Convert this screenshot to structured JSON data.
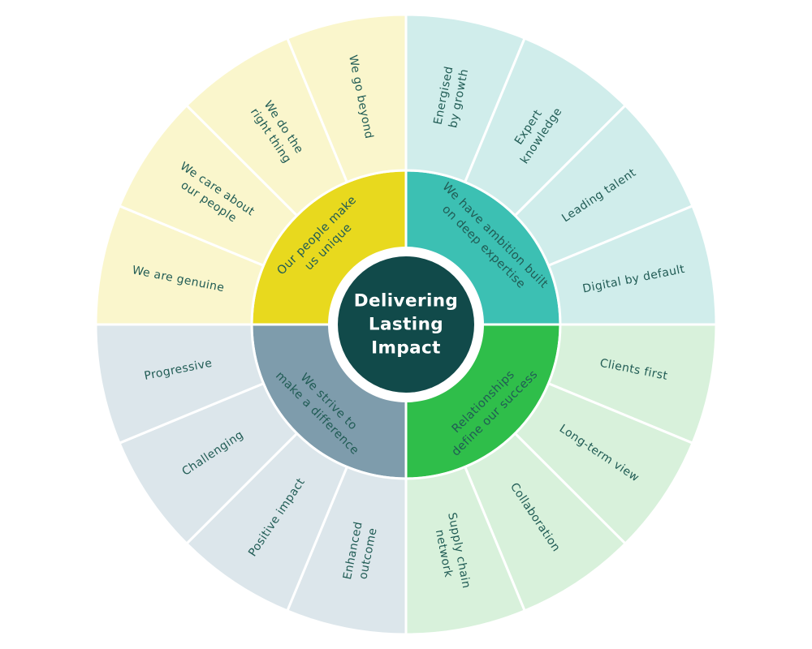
{
  "background_color": "#ffffff",
  "label_text_color": "#215c55",
  "center": {
    "title_lines": [
      "Delivering",
      "Lasting",
      "Impact"
    ],
    "bg_color": "#114a4a",
    "text_color": "#ffffff"
  },
  "quadrants": [
    {
      "id": "our-people",
      "position": "top-left",
      "inner": {
        "lines": [
          "Our people make",
          "us unique"
        ],
        "color": "#e8d91e"
      },
      "outer_color": "#faf6cc",
      "values": [
        {
          "lines": [
            "We are genuine"
          ]
        },
        {
          "lines": [
            "We care about",
            "our people"
          ]
        },
        {
          "lines": [
            "We do the",
            "right thing"
          ]
        },
        {
          "lines": [
            "We go beyond"
          ]
        }
      ]
    },
    {
      "id": "ambition-expertise",
      "position": "top-right",
      "inner": {
        "lines": [
          "We have ambition built",
          "on deep expertise"
        ],
        "color": "#3cc0b3"
      },
      "outer_color": "#d0edeb",
      "values": [
        {
          "lines": [
            "Energised",
            "by growth"
          ]
        },
        {
          "lines": [
            "Expert",
            "knowledge"
          ]
        },
        {
          "lines": [
            "Leading talent"
          ]
        },
        {
          "lines": [
            "Digital by default"
          ]
        }
      ]
    },
    {
      "id": "relationships",
      "position": "bottom-right",
      "inner": {
        "lines": [
          "Relationships",
          "define our success"
        ],
        "color": "#2fbe4a"
      },
      "outer_color": "#d8f1db",
      "values": [
        {
          "lines": [
            "Clients first"
          ]
        },
        {
          "lines": [
            "Long-term view"
          ]
        },
        {
          "lines": [
            "Collaboration"
          ]
        },
        {
          "lines": [
            "Supply chain",
            "network"
          ]
        }
      ]
    },
    {
      "id": "make-a-difference",
      "position": "bottom-left",
      "inner": {
        "lines": [
          "We strive to",
          "make a difference"
        ],
        "color": "#7e9cac"
      },
      "outer_color": "#dce6eb",
      "values": [
        {
          "lines": [
            "Enhanced",
            "outcome"
          ]
        },
        {
          "lines": [
            "Positive impact"
          ]
        },
        {
          "lines": [
            "Challenging"
          ]
        },
        {
          "lines": [
            "Progressive"
          ]
        }
      ]
    }
  ]
}
